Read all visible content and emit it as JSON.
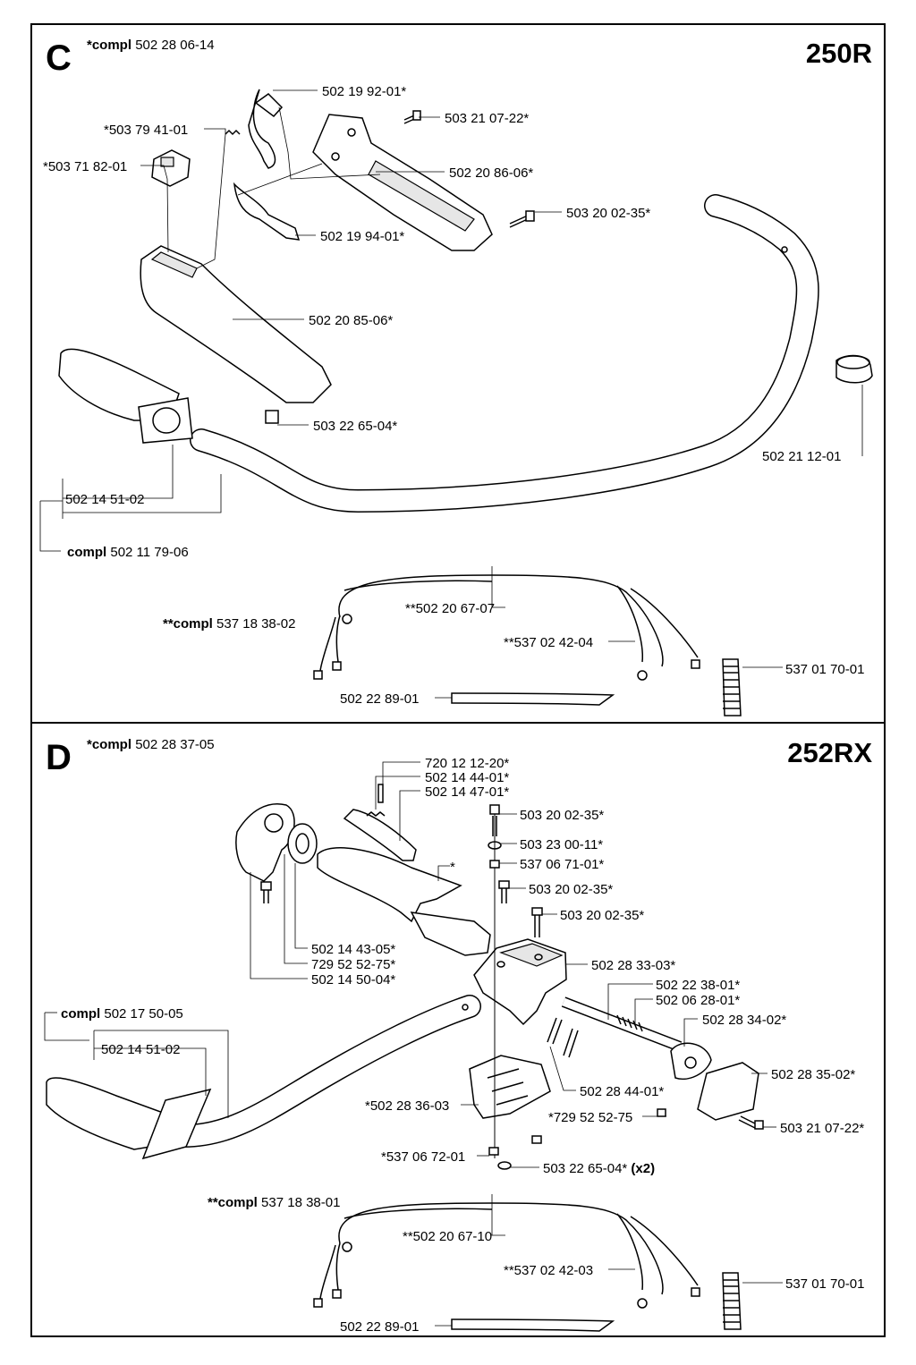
{
  "sections": [
    {
      "letter": "C",
      "model": "250R",
      "compl": {
        "bold": "*compl",
        "number": "502 28 06-14"
      },
      "labels": [
        {
          "text": "502 19 92-01*"
        },
        {
          "text": "503 21 07-22*"
        },
        {
          "text": "*503 79 41-01"
        },
        {
          "text": "*503 71 82-01"
        },
        {
          "text": "502 20 86-06*"
        },
        {
          "text": "503 20 02-35*"
        },
        {
          "text": "502 19 94-01*"
        },
        {
          "text": "502 20 85-06*"
        },
        {
          "text": "503 22 65-04*"
        },
        {
          "text": "502 21 12-01"
        },
        {
          "text": "502 14 51-02"
        },
        {
          "bold": "compl",
          "text": "502 11 79-06"
        },
        {
          "text": "**502 20 67-07"
        },
        {
          "bold": "**compl",
          "text": "537 18 38-02"
        },
        {
          "text": "**537 02 42-04"
        },
        {
          "text": "537 01 70-01"
        },
        {
          "text": "502 22 89-01"
        }
      ]
    },
    {
      "letter": "D",
      "model": "252RX",
      "compl": {
        "bold": "*compl",
        "number": "502 28 37-05"
      },
      "labels": [
        {
          "text": "720 12 12-20*"
        },
        {
          "text": "502 14 44-01*"
        },
        {
          "text": "502 14 47-01*"
        },
        {
          "text": "503 20 02-35*"
        },
        {
          "text": "503 23 00-11*"
        },
        {
          "text": "537 06 71-01*"
        },
        {
          "text": "*"
        },
        {
          "text": "503 20 02-35*"
        },
        {
          "text": "503 20 02-35*"
        },
        {
          "text": "502 14 43-05*"
        },
        {
          "text": "729 52 52-75*"
        },
        {
          "text": "502 14 50-04*"
        },
        {
          "text": "502 28 33-03*"
        },
        {
          "text": "502 22 38-01*"
        },
        {
          "text": "502 06 28-01*"
        },
        {
          "text": "502 28 34-02*"
        },
        {
          "bold": "compl",
          "text": "502 17 50-05"
        },
        {
          "text": "502 14 51-02"
        },
        {
          "text": "502 28 35-02*"
        },
        {
          "text": "502 28 44-01*"
        },
        {
          "text": "*502 28 36-03"
        },
        {
          "text": "*729 52 52-75"
        },
        {
          "text": "503 21 07-22*"
        },
        {
          "text": "*537 06 72-01"
        },
        {
          "text": "503 22 65-04*",
          "suffix": "(x2)"
        },
        {
          "bold": "**compl",
          "text": "537 18 38-01"
        },
        {
          "text": "**502 20 67-10"
        },
        {
          "text": "**537 02 42-03"
        },
        {
          "text": "537 01 70-01"
        },
        {
          "text": "502 22 89-01"
        }
      ]
    }
  ]
}
